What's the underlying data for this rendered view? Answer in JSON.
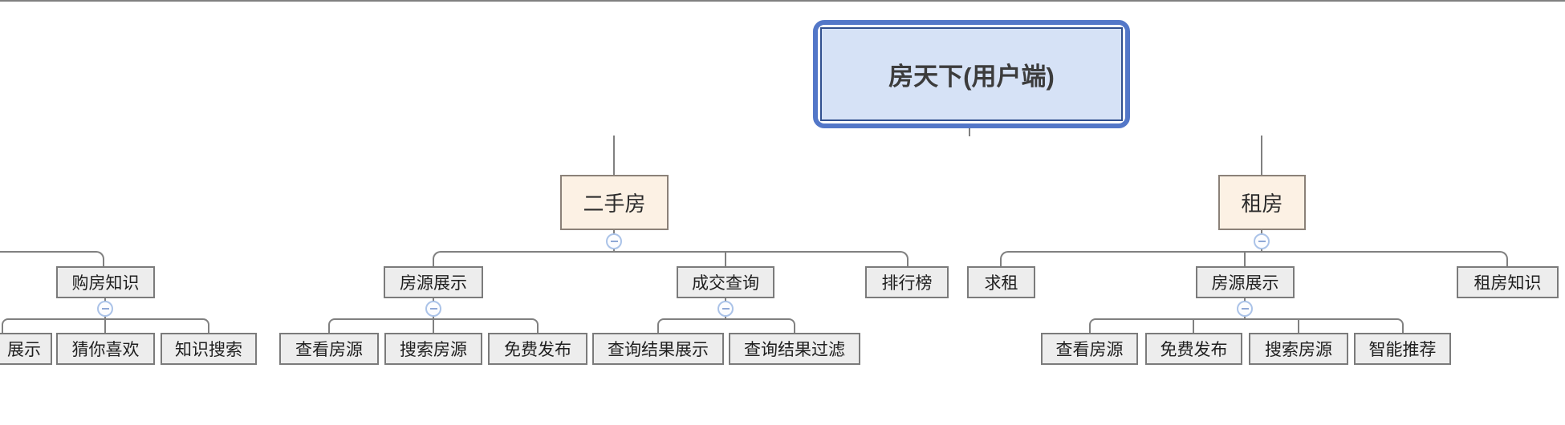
{
  "tree": {
    "root": {
      "label": "房天下(用户端)"
    },
    "offscreen_left_branch": {
      "children": [
        {
          "label": "购房知识",
          "children": [
            {
              "label": "展示",
              "note": "box clipped by left screen edge"
            },
            {
              "label": "猜你喜欢"
            },
            {
              "label": "知识搜索"
            }
          ]
        }
      ]
    },
    "branches": [
      {
        "label": "二手房",
        "children": [
          {
            "label": "房源展示",
            "children": [
              {
                "label": "查看房源"
              },
              {
                "label": "搜索房源"
              },
              {
                "label": "免费发布"
              }
            ]
          },
          {
            "label": "成交查询",
            "children": [
              {
                "label": "查询结果展示"
              },
              {
                "label": "查询结果过滤"
              }
            ]
          },
          {
            "label": "排行榜"
          }
        ]
      },
      {
        "label": "租房",
        "children": [
          {
            "label": "求租"
          },
          {
            "label": "房源展示",
            "children": [
              {
                "label": "查看房源"
              },
              {
                "label": "免费发布"
              },
              {
                "label": "搜索房源"
              },
              {
                "label": "智能推荐"
              }
            ]
          },
          {
            "label": "租房知识"
          }
        ]
      }
    ]
  },
  "icons": {
    "collapse": "minus-circle"
  },
  "colors": {
    "root_outer_border": "#5377c8",
    "root_inner_border": "#31508f",
    "root_fill": "#d6e2f6",
    "branch_fill": "#fcf1e4",
    "branch_border": "#8b8178",
    "node_fill": "#ededed",
    "node_border": "#7b7b7b",
    "connector": "#808080",
    "collapse_ring": "#abc3e8",
    "collapse_glyph": "#8fa8d6"
  }
}
